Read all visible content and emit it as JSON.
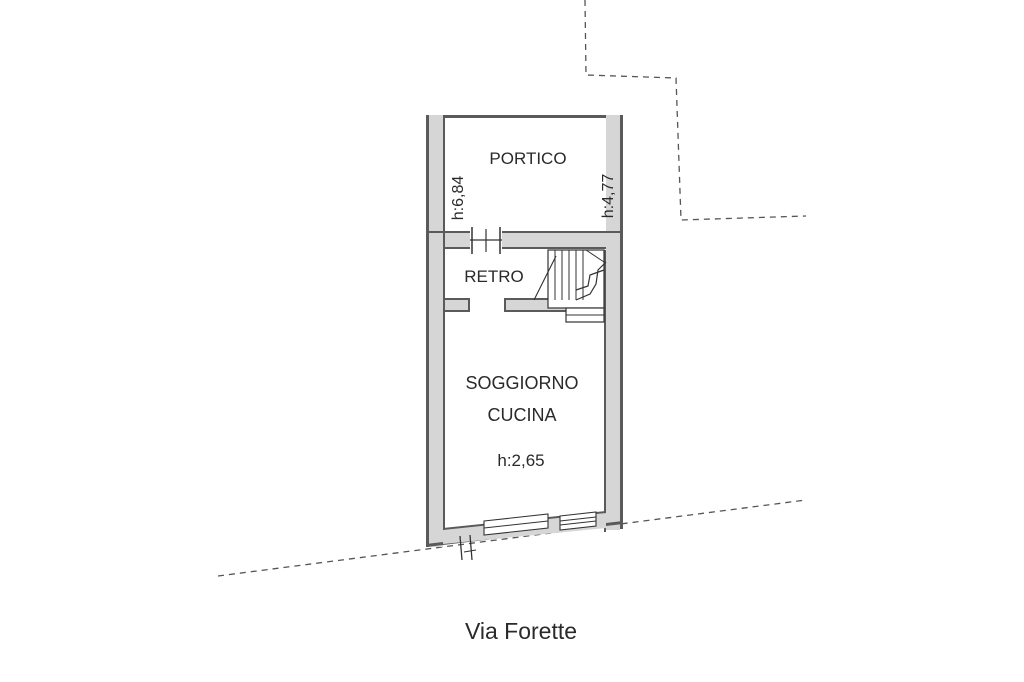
{
  "rooms": {
    "portico": "PORTICO",
    "retro": "RETRO",
    "soggiorno": "SOGGIORNO",
    "cucina": "CUCINA"
  },
  "heights": {
    "left": "h:6,84",
    "right": "h:4,77",
    "main": "h:2,65"
  },
  "street": "Via Forette"
}
